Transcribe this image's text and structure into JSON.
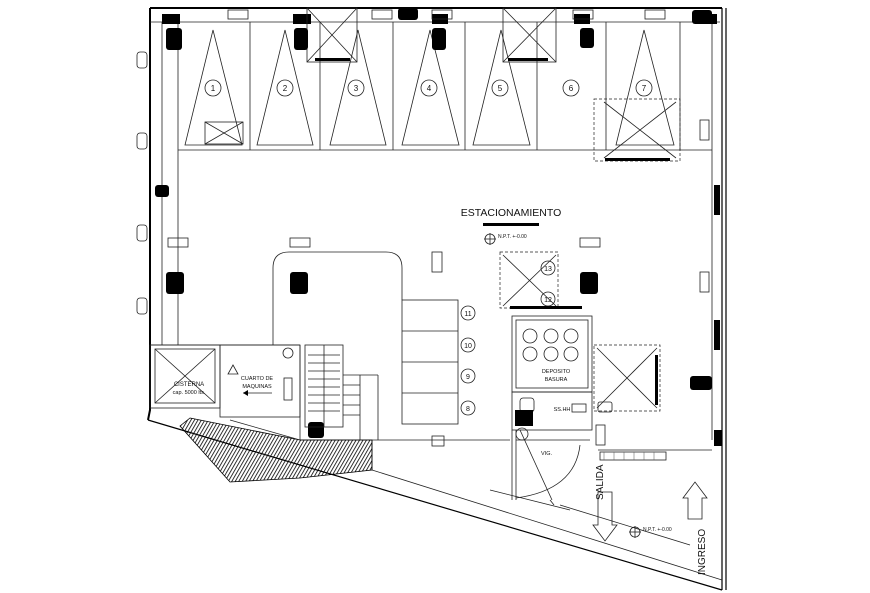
{
  "plan": {
    "main_area_label": "ESTACIONAMIENTO",
    "level_marker": "N.P.T. +-0.00",
    "level_marker_entry": "N.P.T. +-0.00",
    "cistern_title": "CISTERNA",
    "cistern_capacity": "cap. 5000 lts.",
    "machine_room_line1": "CUARTO DE",
    "machine_room_line2": "MAQUINAS",
    "trash_line1": "DEPOSITO",
    "trash_line2": "BASURA",
    "restroom_label": "SS.HH",
    "guard_label": "VIG.",
    "exit_label": "SALIDA",
    "entry_label": "INGRESO",
    "stalls_top": [
      "1",
      "2",
      "3",
      "4",
      "5",
      "6",
      "7"
    ],
    "stalls_center": [
      "11",
      "10",
      "9",
      "8"
    ],
    "stalls_right": [
      "13",
      "12"
    ]
  }
}
